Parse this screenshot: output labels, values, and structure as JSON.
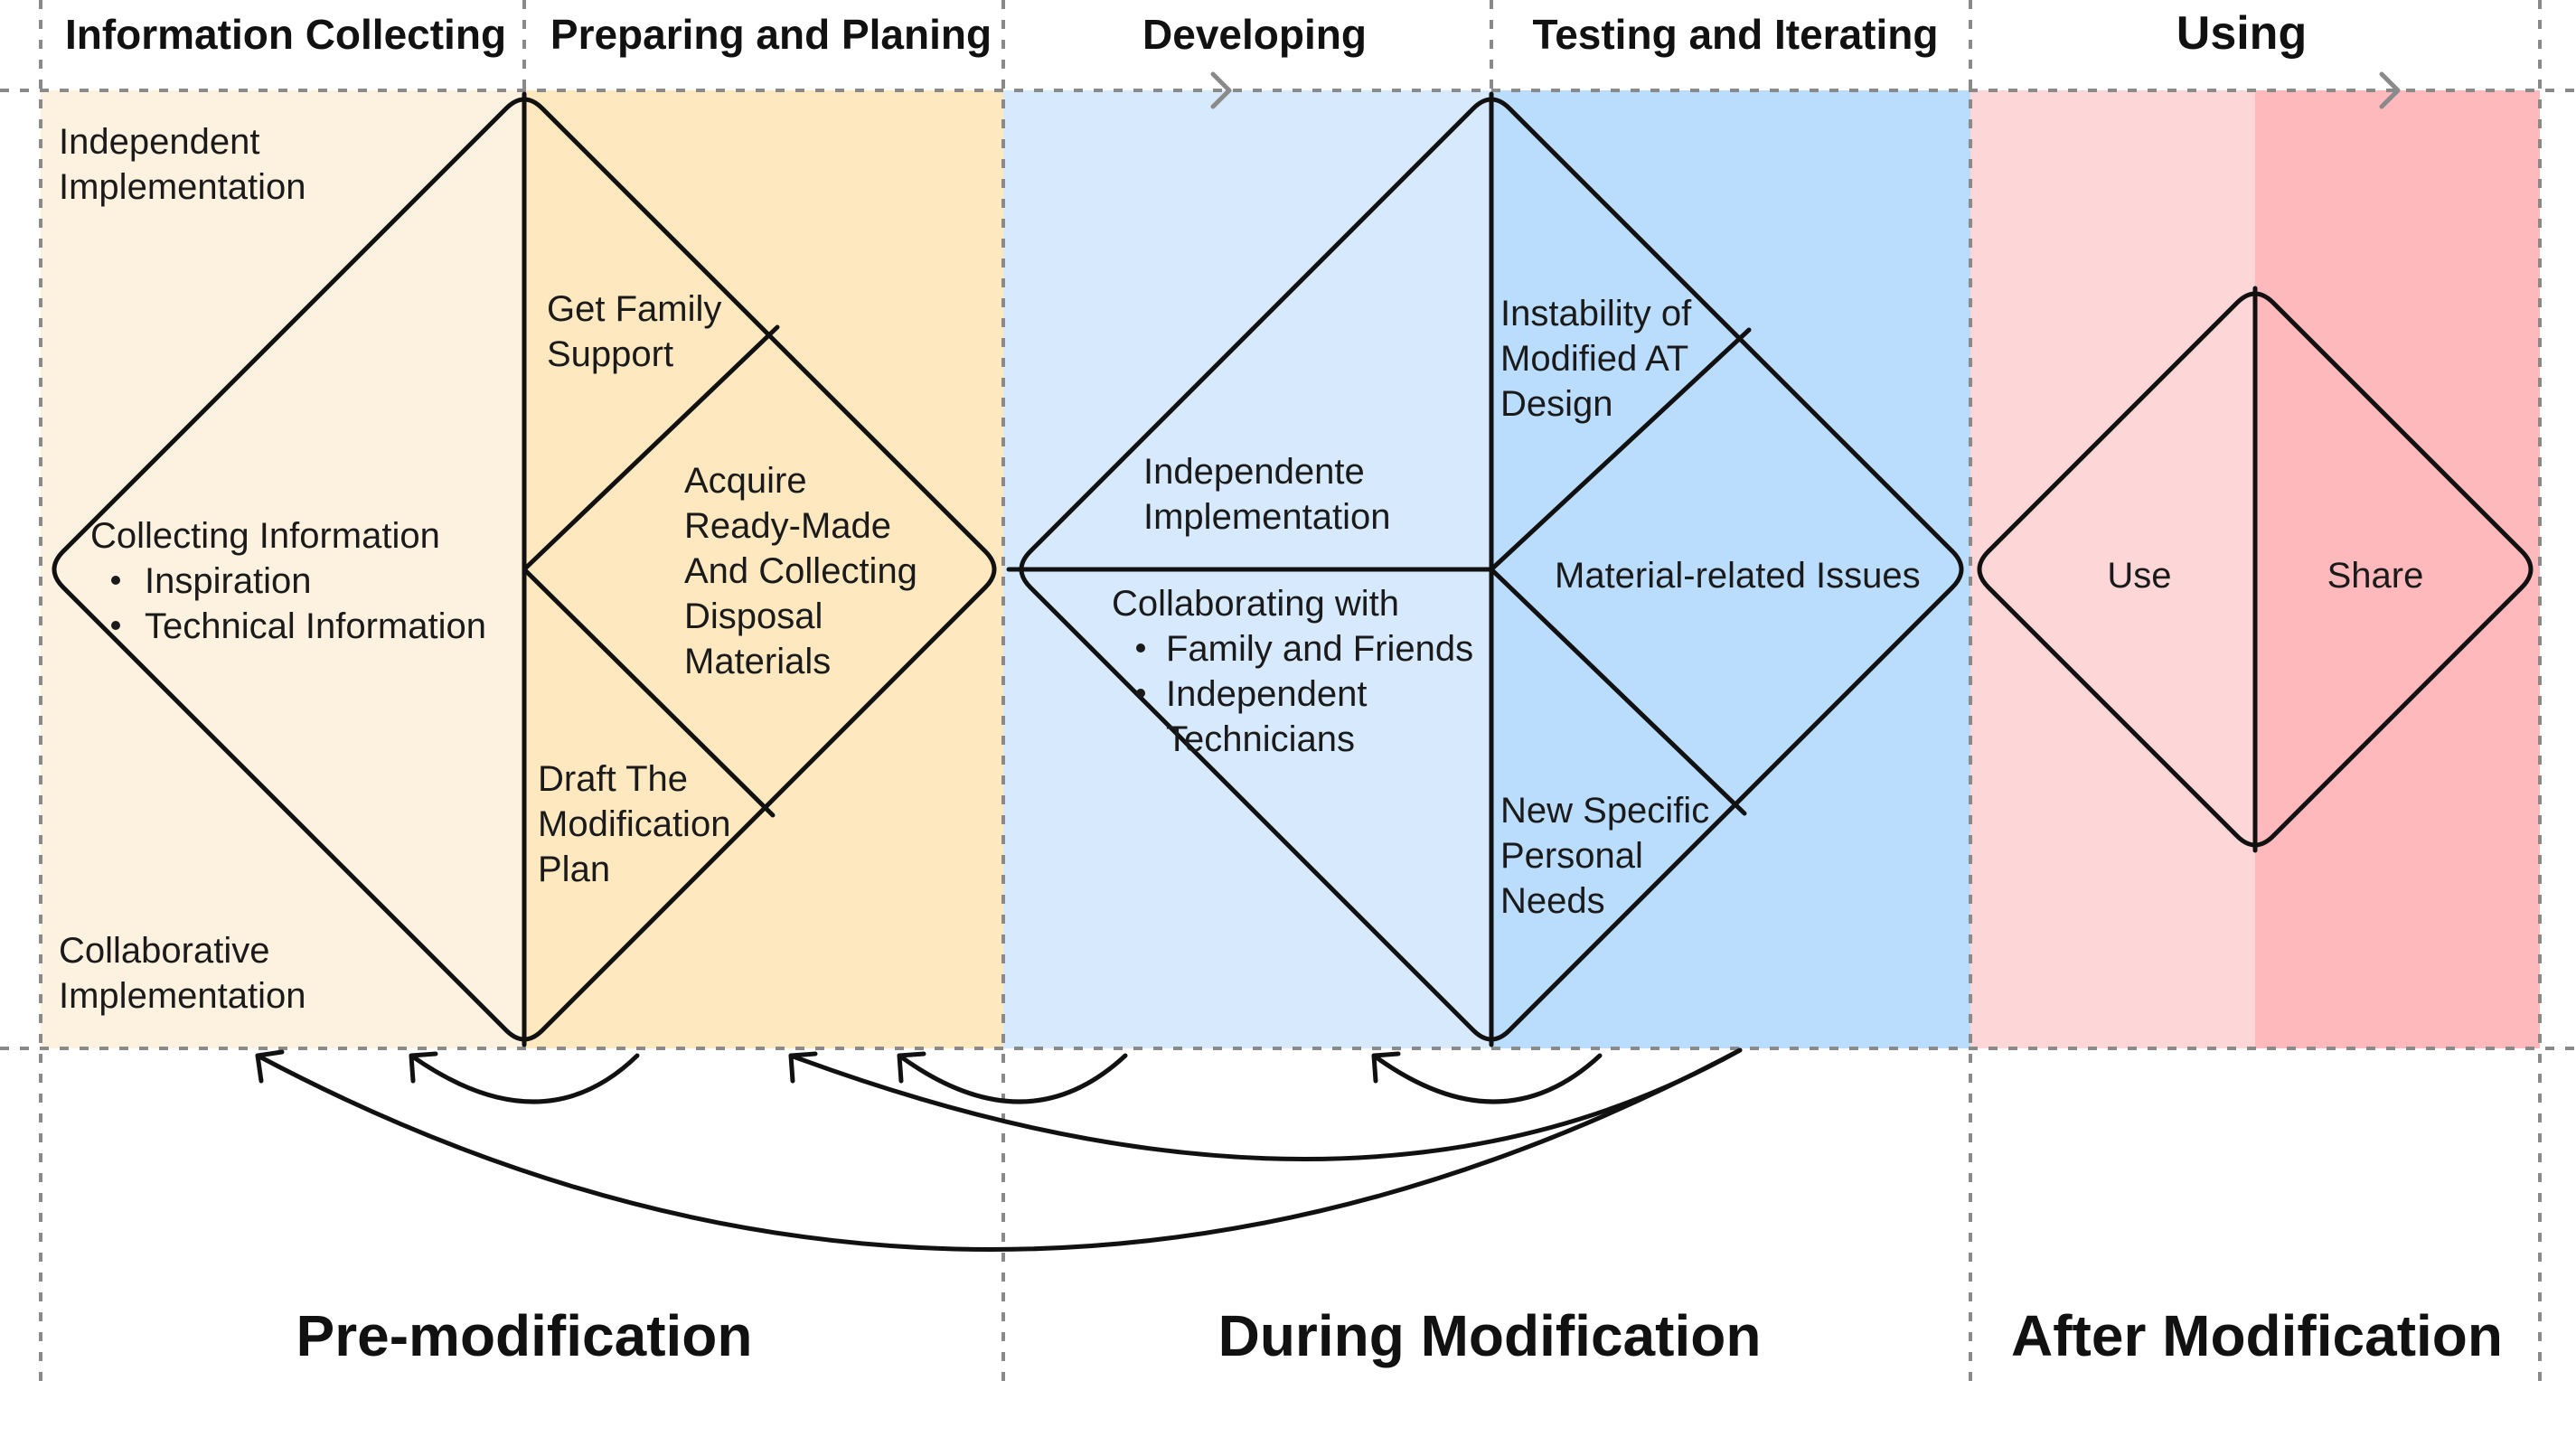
{
  "phases": {
    "info": "Information Collecting",
    "prep": "Preparing and Planing",
    "dev": "Developing",
    "test": "Testing and Iterating",
    "using": "Using"
  },
  "stages": {
    "pre": "Pre-modification",
    "during": "During Modification",
    "after": "After Modification"
  },
  "info_collecting": {
    "top_note": [
      "Independent",
      "Implementation"
    ],
    "bottom_note": [
      "Collaborative",
      "Implementation"
    ],
    "center_title": "Collecting Information",
    "center_items": [
      "Inspiration",
      "Technical Information"
    ]
  },
  "preparing": {
    "family": [
      "Get Family",
      "Support"
    ],
    "acquire": [
      "Acquire",
      "Ready-Made",
      "And Collecting",
      "Disposal",
      "Materials"
    ],
    "draft": [
      "Draft The",
      "Modification",
      "Plan"
    ]
  },
  "developing": {
    "independent": [
      "Independente",
      "Implementation"
    ],
    "collab_title": "Collaborating with",
    "collab_items": [
      "Family and Friends",
      "Independent",
      "Technicians"
    ]
  },
  "testing": {
    "instability": [
      "Instability of",
      "Modified AT",
      "Design"
    ],
    "material": "Material-related Issues",
    "needs": [
      "New Specific",
      "Personal",
      "Needs"
    ]
  },
  "using": {
    "use": "Use",
    "share": "Share"
  },
  "colors": {
    "info_bg": "#fdf1df",
    "prep_bg": "#fde8c0",
    "dev_bg": "#d6e9fd",
    "test_bg": "#badcfd",
    "use_bg": "#fdd6d8",
    "share_bg": "#fdb9bc",
    "stroke": "#111111",
    "grid": "#8a8a8a"
  }
}
